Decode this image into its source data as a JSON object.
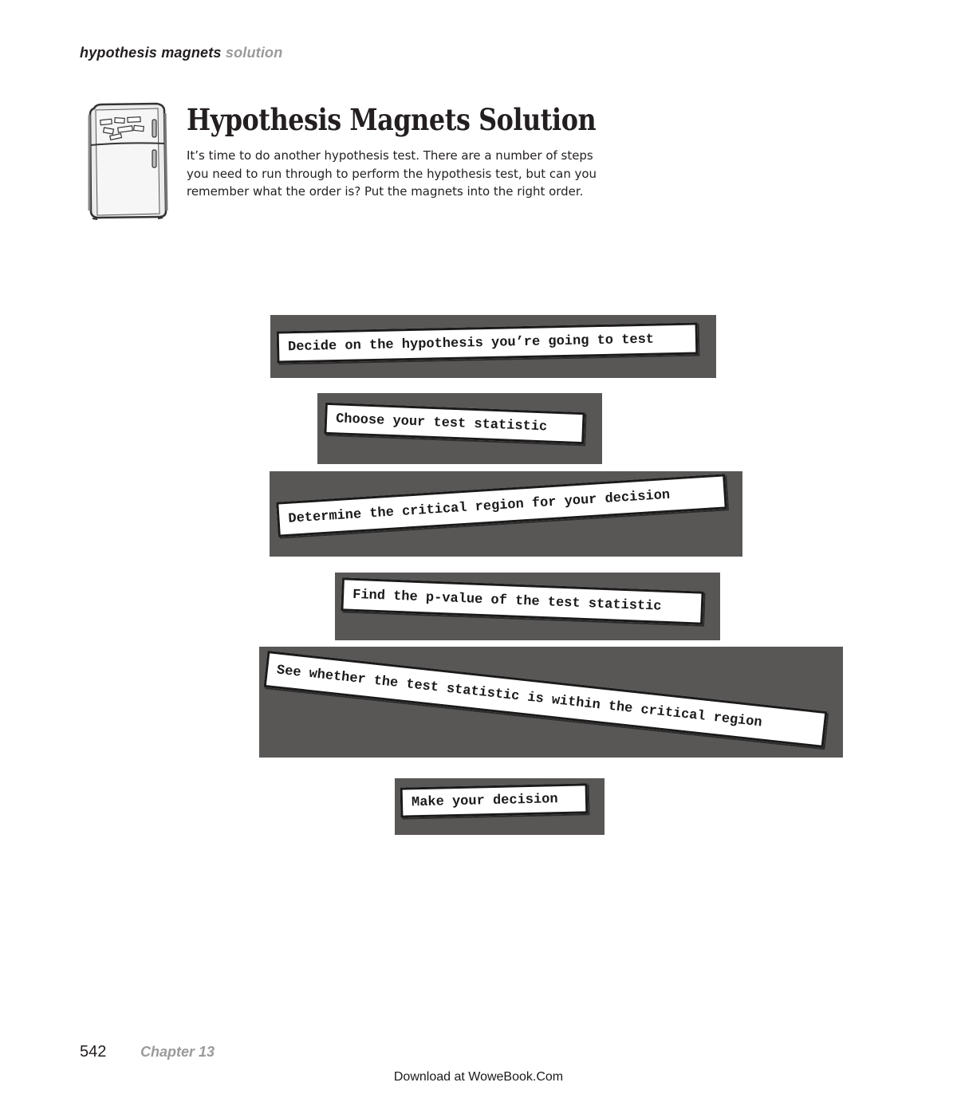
{
  "running_head": {
    "main": "hypothesis magnets",
    "sub": "solution"
  },
  "header_icon": "fridge-with-magnets-icon",
  "title": "Hypothesis Magnets Solution",
  "intro_lines": [
    "It’s time to do another hypothesis test. There are a number of steps",
    "you need to run through to perform the hypothesis test, but can you",
    "remember what the order is? Put the magnets into the right order."
  ],
  "magnets": [
    "Decide on the hypothesis you’re going to test",
    "Choose your test statistic",
    "Determine the critical region for your decision",
    "Find the p-value of the test statistic",
    "See whether the test statistic is within the critical region",
    "Make your decision"
  ],
  "footer": {
    "page_number": "542",
    "chapter": "Chapter 13",
    "download_note": "Download at WoweBook.Com"
  },
  "colors": {
    "board": "#595656",
    "magnet": "#ffffff",
    "muted_text": "#9a9a9a"
  }
}
